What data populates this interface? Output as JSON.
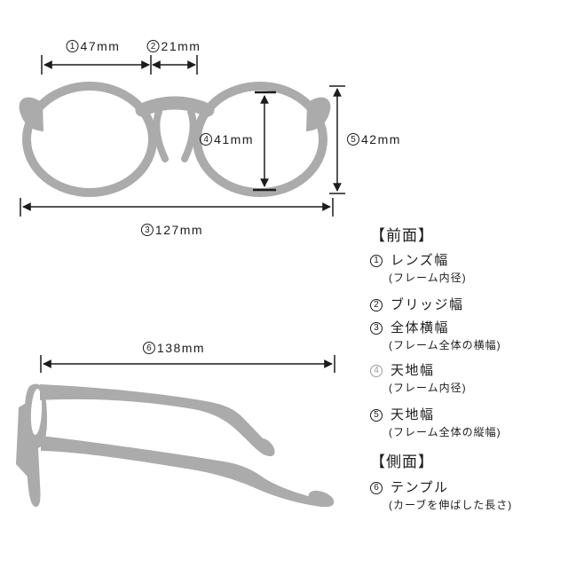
{
  "colors": {
    "background": "#FFFFFF",
    "frame_gray": "#ABABAB",
    "line": "#1C1C1C",
    "text": "#1C1C1C",
    "muted_num": "#9B9B9B"
  },
  "front_view": {
    "measurements": [
      {
        "id": "lens-width",
        "num": "1",
        "value": "47mm"
      },
      {
        "id": "bridge-width",
        "num": "2",
        "value": "21mm"
      },
      {
        "id": "total-width",
        "num": "3",
        "value": "127mm"
      },
      {
        "id": "lens-height",
        "num": "4",
        "value": "41mm"
      },
      {
        "id": "frame-height",
        "num": "5",
        "value": "42mm"
      }
    ]
  },
  "side_view": {
    "measurements": [
      {
        "id": "temple-length",
        "num": "6",
        "value": "138mm"
      }
    ]
  },
  "legend": {
    "front_header": "【前面】",
    "side_header": "【側面】",
    "items": [
      {
        "num": "1",
        "label": "レンズ幅",
        "sub": "(フレーム内径)"
      },
      {
        "num": "2",
        "label": "ブリッジ幅",
        "sub": ""
      },
      {
        "num": "3",
        "label": "全体横幅",
        "sub": "(フレーム全体の横幅)"
      },
      {
        "num": "4",
        "label": "天地幅",
        "sub": "(フレーム内径)"
      },
      {
        "num": "5",
        "label": "天地幅",
        "sub": "(フレーム全体の縦幅)"
      },
      {
        "num": "6",
        "label": "テンプル",
        "sub": "(カーブを伸ばした長さ)"
      }
    ]
  }
}
